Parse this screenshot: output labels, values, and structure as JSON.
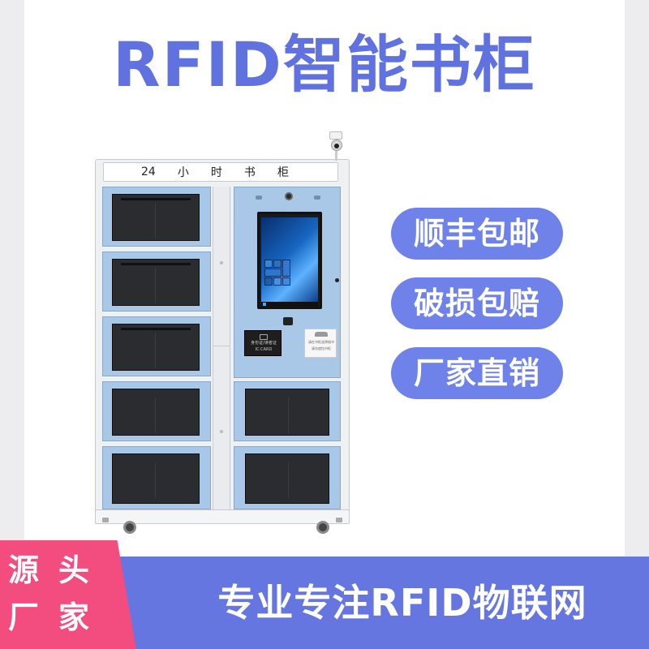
{
  "title": "RFID智能书柜",
  "cabinet": {
    "header_chars": [
      "24",
      "小",
      "时",
      "书",
      "柜"
    ],
    "card_reader_line1": "身份证/读者证",
    "card_reader_line2": "IC·CARD",
    "notice_line1": "请在书柜选择借书",
    "notice_line2": "请勿遮挡书柜"
  },
  "features": [
    "顺丰包邮",
    "破损包赔",
    "厂家直销"
  ],
  "badge": {
    "line1": "源头",
    "line2": "厂家"
  },
  "footer": {
    "slogan": "专业专注RFID物联网"
  },
  "colors": {
    "title": "#5f72e0",
    "pill": "#6f82ea",
    "footer": "#6676e0",
    "badge": "#f24d7e",
    "cabinet_blue": "#a9c7e6"
  }
}
